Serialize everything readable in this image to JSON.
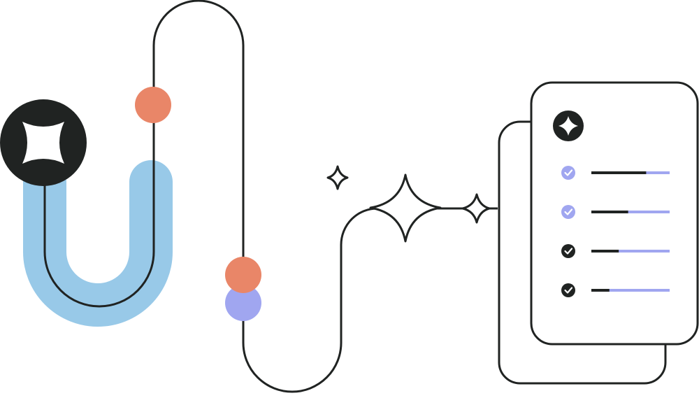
{
  "colors": {
    "ink": "#202322",
    "blue_band": "#98c9e8",
    "coral": "#e98668",
    "lavender": "#a0a6f0",
    "check_lavender": "#a0a6f0",
    "check_dark": "#202322",
    "paper": "#ffffff"
  },
  "icons": {
    "badge": "sparkle-icon",
    "card_header": "sparkle-icon",
    "check": "check-icon"
  },
  "checklist": {
    "items": [
      {
        "state": "lavender",
        "progress": 0.7
      },
      {
        "state": "lavender",
        "progress": 0.47
      },
      {
        "state": "dark",
        "progress": 0.35
      },
      {
        "state": "dark",
        "progress": 0.23
      }
    ]
  }
}
